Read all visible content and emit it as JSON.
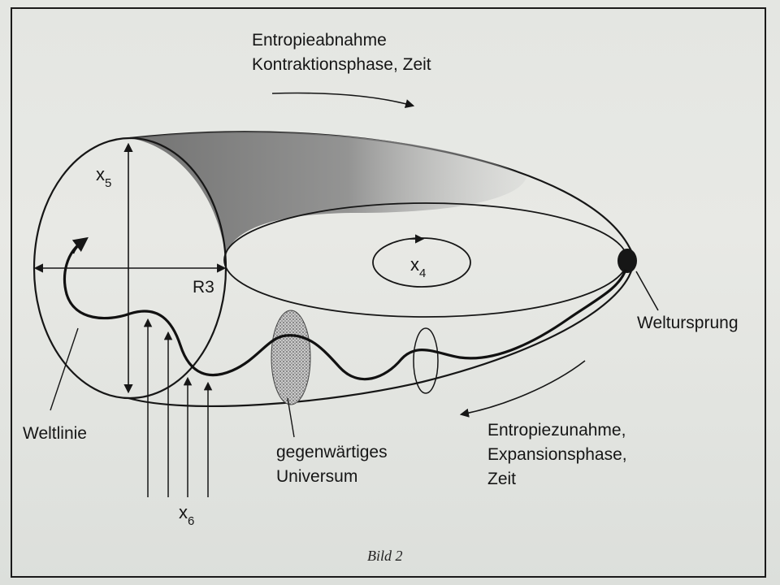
{
  "figure": {
    "caption": "Bild 2",
    "labels": {
      "contraction_line1": "Entropieabnahme",
      "contraction_line2": "Kontraktionsphase, Zeit",
      "expansion_line1": "Entropiezunahme,",
      "expansion_line2": "Expansionsphase,",
      "expansion_line3": "Zeit",
      "world_origin": "Weltursprung",
      "world_line": "Weltlinie",
      "present_line1": "gegenwärtiges",
      "present_line2": "Universum",
      "radius": "R3",
      "x5_base": "x",
      "x5_sub": "5",
      "x4_base": "x",
      "x4_sub": "4",
      "x6_base": "x",
      "x6_sub": "6"
    }
  },
  "colors": {
    "ink": "#161616",
    "paper": "#e6e7e3",
    "shading": "#6a6a6a"
  }
}
